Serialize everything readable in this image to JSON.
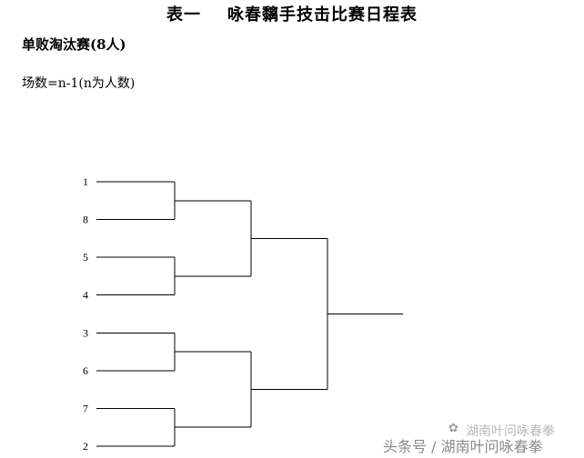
{
  "document": {
    "title": "表一    咏春黐手技击比赛日程表",
    "subtitle": "单败淘汰赛(8人)",
    "formula": "场数=n-1(n为人数)"
  },
  "bracket": {
    "seeds": [
      "1",
      "8",
      "5",
      "4",
      "3",
      "6",
      "7",
      "2"
    ]
  },
  "watermark": {
    "logo_icon": "wechat-bubble-icon",
    "logo_glyph": "✿",
    "brand": "湖南叶问咏春拳",
    "source": "头条号 / 湖南叶问咏春拳"
  }
}
